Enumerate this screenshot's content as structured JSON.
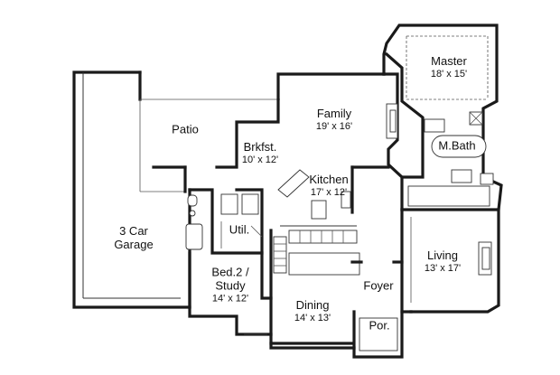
{
  "rooms": {
    "master": {
      "name": "Master",
      "dims": "18' x 15'"
    },
    "family": {
      "name": "Family",
      "dims": "19' x 16'"
    },
    "patio": {
      "name": "Patio"
    },
    "brkfst": {
      "name": "Brkfst.",
      "dims": "10' x 12'"
    },
    "mbath": {
      "name": "M.Bath"
    },
    "kitchen": {
      "name": "Kitchen",
      "dims": "17' x 12'"
    },
    "garage": {
      "name": "3 Car",
      "name2": "Garage"
    },
    "util": {
      "name": "Util."
    },
    "living": {
      "name": "Living",
      "dims": "13' x 17'"
    },
    "bed2": {
      "name": "Bed.2 /",
      "name2": "Study",
      "dims": "14' x 12'"
    },
    "foyer": {
      "name": "Foyer"
    },
    "dining": {
      "name": "Dining",
      "dims": "14' x 13'"
    },
    "porch": {
      "name": "Por."
    }
  }
}
